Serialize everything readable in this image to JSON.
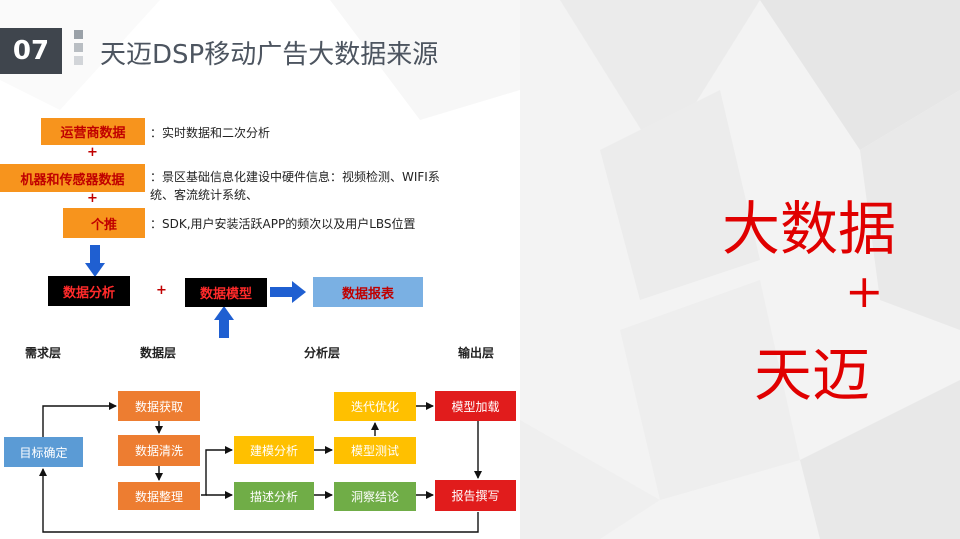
{
  "header": {
    "slide_number": "07",
    "title": "天迈DSP移动广告大数据来源"
  },
  "sources": [
    {
      "label": "运营商数据",
      "desc": "：实时数据和二次分析"
    },
    {
      "label": "机器和传感器数据",
      "desc": "：景区基础信息化建设中硬件信息：视频检测、WIFI系",
      "desc2": "统、客流统计系统、"
    },
    {
      "label": "个推",
      "desc": "：SDK,用户安装活跃APP的频次以及用户LBS位置"
    }
  ],
  "plus": "+",
  "pipeline": {
    "analysis": "数据分析",
    "model": "数据模型",
    "report": "数据报表"
  },
  "flow": {
    "headers": {
      "demand": "需求层",
      "data": "数据层",
      "analysis": "分析层",
      "output": "输出层"
    },
    "boxes": {
      "goal": "目标确定",
      "acquire": "数据获取",
      "clean": "数据清洗",
      "organize": "数据整理",
      "build": "建模分析",
      "describe": "描述分析",
      "iterate": "迭代优化",
      "test": "模型测试",
      "insight": "洞察结论",
      "load": "模型加载",
      "report": "报告撰写"
    }
  },
  "tagline": {
    "line1": "大数据",
    "plus": "+",
    "line2": "天迈"
  }
}
